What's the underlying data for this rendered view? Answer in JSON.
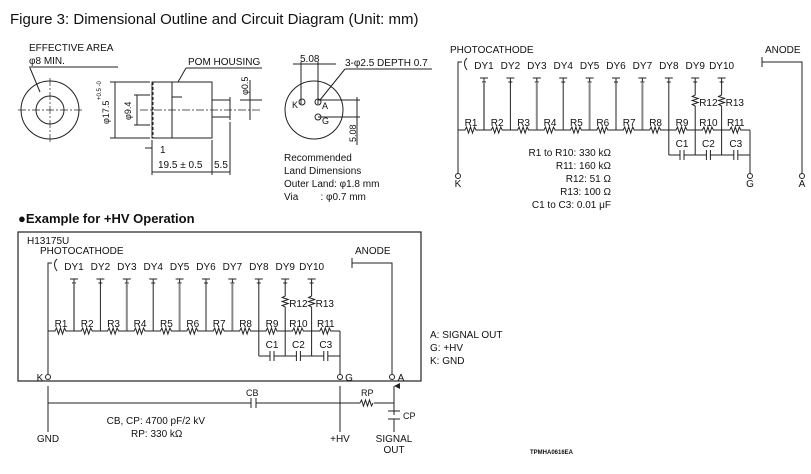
{
  "figure_title": "Figure 3: Dimensional Outline and Circuit Diagram (Unit: mm)",
  "outline": {
    "effective_area": "EFFECTIVE AREA",
    "effective_min": "φ8 MIN.",
    "pom_housing": "POM HOUSING",
    "dia_17_5": "φ17.5",
    "tol": "+0.5 -0",
    "dia_9_4": "φ9.4",
    "dia_0_5": "φ0.5",
    "dim_1": "1",
    "dim_19_5": "19.5 ± 0.5",
    "dim_5_5": "5.5",
    "dim_5_08_h": "5.08",
    "dim_5_08_v": "5.08",
    "holes": "3-φ2.5 DEPTH 0.7",
    "pin_k": "K",
    "pin_a": "A",
    "pin_g": "G",
    "land": [
      "Recommended",
      "Land Dimensions",
      "Outer Land: φ1.8 mm",
      "Via        : φ0.7 mm"
    ]
  },
  "circuit": {
    "photocathode": "PHOTOCATHODE",
    "anode": "ANODE",
    "dynodes": [
      "DY1",
      "DY2",
      "DY3",
      "DY4",
      "DY5",
      "DY6",
      "DY7",
      "DY8",
      "DY9",
      "DY10"
    ],
    "resistors": [
      "R1",
      "R2",
      "R3",
      "R4",
      "R5",
      "R6",
      "R7",
      "R8",
      "R9",
      "R10",
      "R11"
    ],
    "r12": "R12",
    "r13": "R13",
    "capacitors": [
      "C1",
      "C2",
      "C3"
    ],
    "terminal_k": "K",
    "terminal_g": "G",
    "terminal_a": "A",
    "values": [
      "R1 to R10: 330 kΩ",
      "R11: 160 kΩ",
      "R12: 51 Ω",
      "R13: 100 Ω",
      "C1 to C3: 0.01 μF"
    ]
  },
  "example": {
    "heading": "●Example for +HV Operation",
    "model": "H13175U",
    "legend": [
      "A: SIGNAL OUT",
      "G: +HV",
      "K: GND"
    ],
    "cb": "CB",
    "rp": "RP",
    "cp": "CP",
    "values": [
      "CB, CP: 4700 pF/2 kV",
      "RP: 330 kΩ"
    ],
    "gnd": "GND",
    "hv": "+HV",
    "signal_out": [
      "SIGNAL",
      "OUT"
    ]
  },
  "doc_code": "TPMHA0616EA"
}
